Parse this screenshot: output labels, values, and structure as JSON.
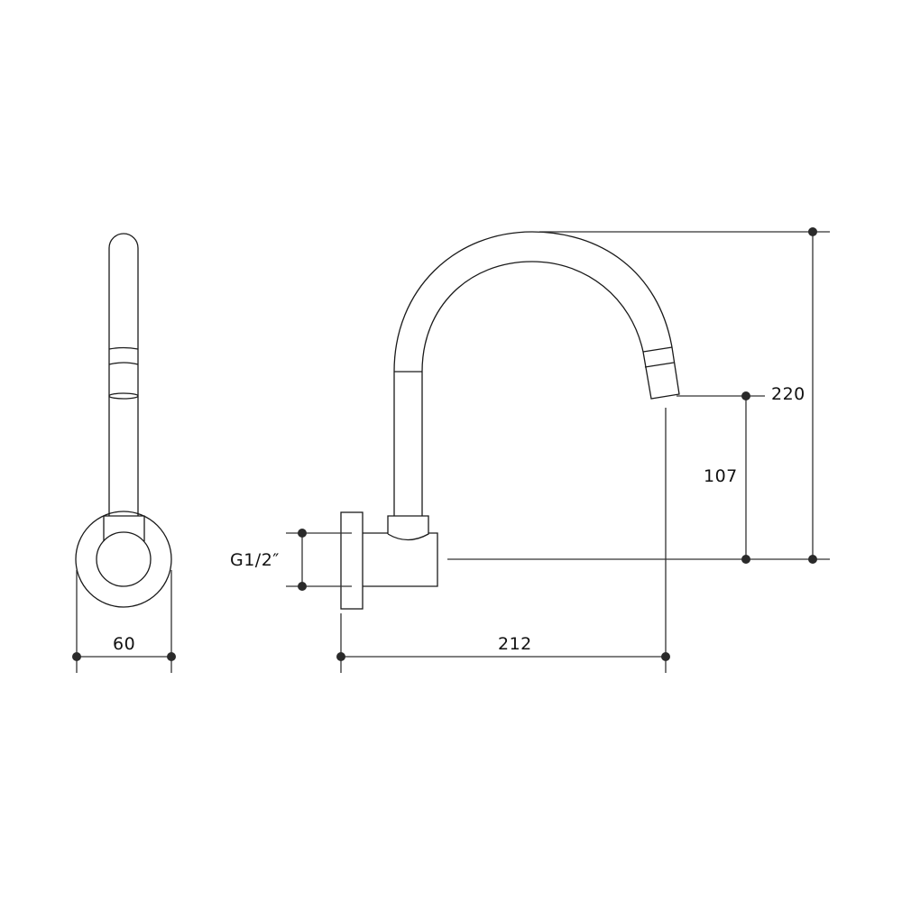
{
  "drawing": {
    "subject": "Wall-mounted swivel spout tap",
    "views": [
      "side-view",
      "front-view"
    ],
    "dimensions": {
      "flange_diameter": "60",
      "thread": "G1/2″",
      "projection": "212",
      "spout_outlet_height": "107",
      "overall_height": "220"
    },
    "colors": {
      "line": "#1a1a1a",
      "background": "#ffffff"
    }
  }
}
